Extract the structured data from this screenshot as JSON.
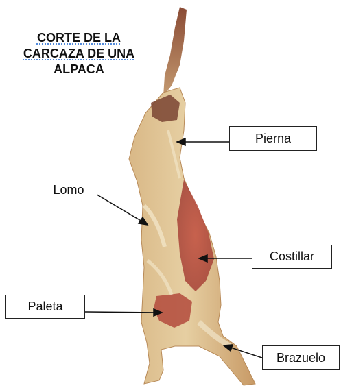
{
  "title": {
    "line1": "CORTE DE LA",
    "line2": "CARCAZA DE UNA",
    "line3": "ALPACA"
  },
  "labels": {
    "pierna": "Pierna",
    "lomo": "Lomo",
    "costillar": "Costillar",
    "paleta": "Paleta",
    "brazuelo": "Brazuelo"
  },
  "colors": {
    "meat_light": "#e3c79a",
    "meat_mid": "#c9a06b",
    "meat_dark": "#7e4a36",
    "muscle_red": "#b84a3a",
    "fat": "#efe2c4"
  }
}
